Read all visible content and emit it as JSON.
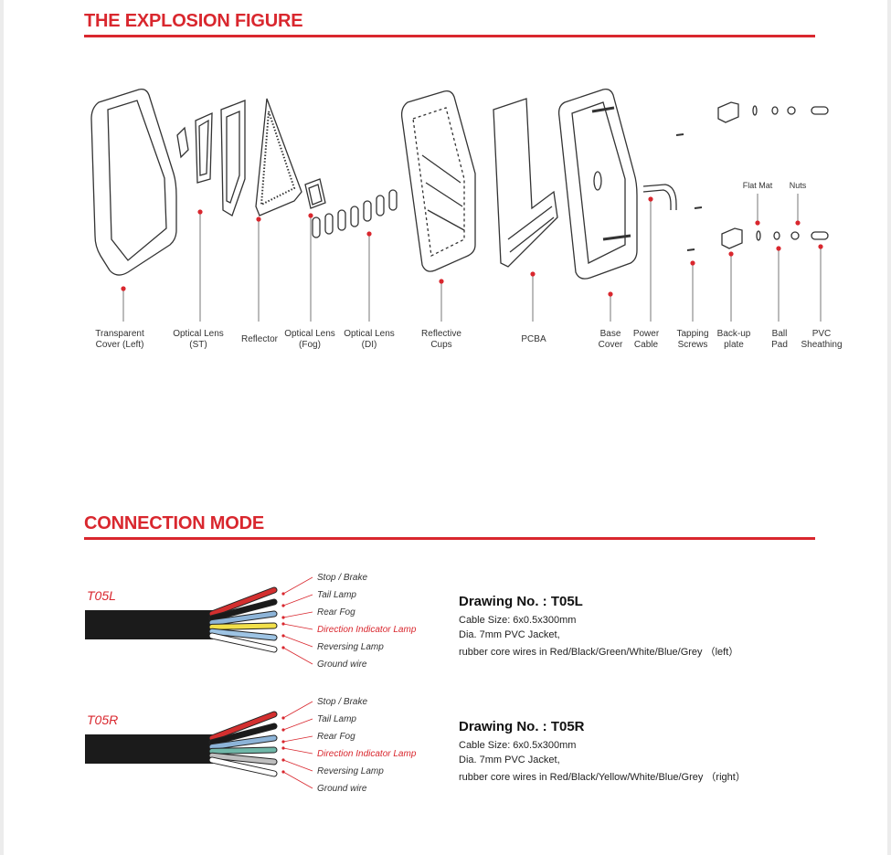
{
  "explosion": {
    "title": "THE EXPLOSION FIGURE",
    "parts": [
      {
        "line1": "Transparent",
        "line2": "Cover (Left)"
      },
      {
        "line1": "Optical Lens",
        "line2": "(ST)"
      },
      {
        "line1": "Reflector",
        "line2": ""
      },
      {
        "line1": "Optical Lens",
        "line2": "(Fog)"
      },
      {
        "line1": "Optical Lens",
        "line2": "(DI)"
      },
      {
        "line1": "Reflective",
        "line2": "Cups"
      },
      {
        "line1": "PCBA",
        "line2": ""
      },
      {
        "line1": "Base",
        "line2": "Cover"
      },
      {
        "line1": "Power",
        "line2": "Cable"
      },
      {
        "line1": "Tapping",
        "line2": "Screws"
      },
      {
        "line1": "Back-up",
        "line2": "plate"
      },
      {
        "line1": "Ball",
        "line2": "Pad"
      },
      {
        "line1": "PVC",
        "line2": "Sheathing"
      }
    ],
    "flat_mat_label": "Flat Mat",
    "nuts_label": "Nuts"
  },
  "connection": {
    "title": "CONNECTION MODE",
    "drawings": [
      {
        "model": "T05L",
        "wires": [
          "Stop / Brake",
          "Tail Lamp",
          "Rear Fog",
          "Direction Indicator Lamp",
          "Reversing Lamp",
          "Ground wire"
        ],
        "highlight_index": 3,
        "heading": "Drawing No. : T05L",
        "spec": [
          "Cable Size: 6x0.5x300mm",
          "Dia. 7mm   PVC Jacket,",
          "rubber core wires in Red/Black/Green/White/Blue/Grey  （left）"
        ],
        "wire_colors": [
          "#d32f2f",
          "#1a1a1a",
          "#8db4d8",
          "#f2e04a",
          "#9ec4e4",
          "#ffffff"
        ]
      },
      {
        "model": "T05R",
        "wires": [
          "Stop / Brake",
          "Tail Lamp",
          "Rear Fog",
          "Direction Indicator Lamp",
          "Reversing Lamp",
          "Ground wire"
        ],
        "highlight_index": 3,
        "heading": "Drawing No. : T05R",
        "spec": [
          "Cable Size: 6x0.5x300mm",
          "Dia. 7mm   PVC Jacket,",
          "rubber core wires in Red/Black/Yellow/White/Blue/Grey  （right）"
        ],
        "wire_colors": [
          "#d32f2f",
          "#1a1a1a",
          "#8db4d8",
          "#6fb7a8",
          "#bfbfbf",
          "#ffffff"
        ]
      }
    ]
  },
  "colors": {
    "accent": "#d9272e"
  }
}
